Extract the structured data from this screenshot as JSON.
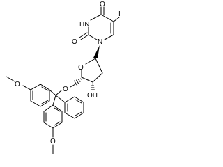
{
  "structure": {
    "atom_labels": {
      "uracil_o4": "O",
      "uracil_n3h": "HN",
      "uracil_o2": "O",
      "uracil_n1": "N",
      "iodine": "I",
      "sugar_ring_o": "O",
      "sugar_oh": "OH",
      "ether_o": "O",
      "methoxy_o_upper": "O",
      "methoxy_o_lower": "O"
    }
  }
}
